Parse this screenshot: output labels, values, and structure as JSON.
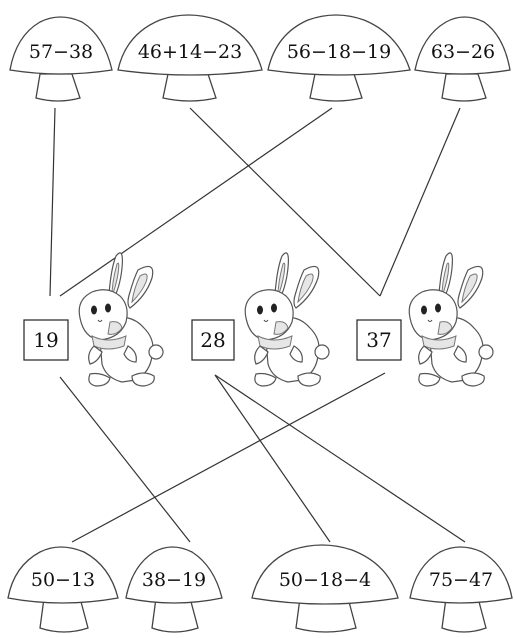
{
  "top_mushrooms": [
    {
      "expr": "57−38"
    },
    {
      "expr": "46+14−23"
    },
    {
      "expr": "56−18−19"
    },
    {
      "expr": "63−26"
    }
  ],
  "answer_boxes": [
    {
      "value": "19"
    },
    {
      "value": "28"
    },
    {
      "value": "37"
    }
  ],
  "bottom_mushrooms": [
    {
      "expr": "50−13"
    },
    {
      "expr": "38−19"
    },
    {
      "expr": "50−18−4"
    },
    {
      "expr": "75−47"
    }
  ],
  "rabbit_icon": "rabbit-icon"
}
